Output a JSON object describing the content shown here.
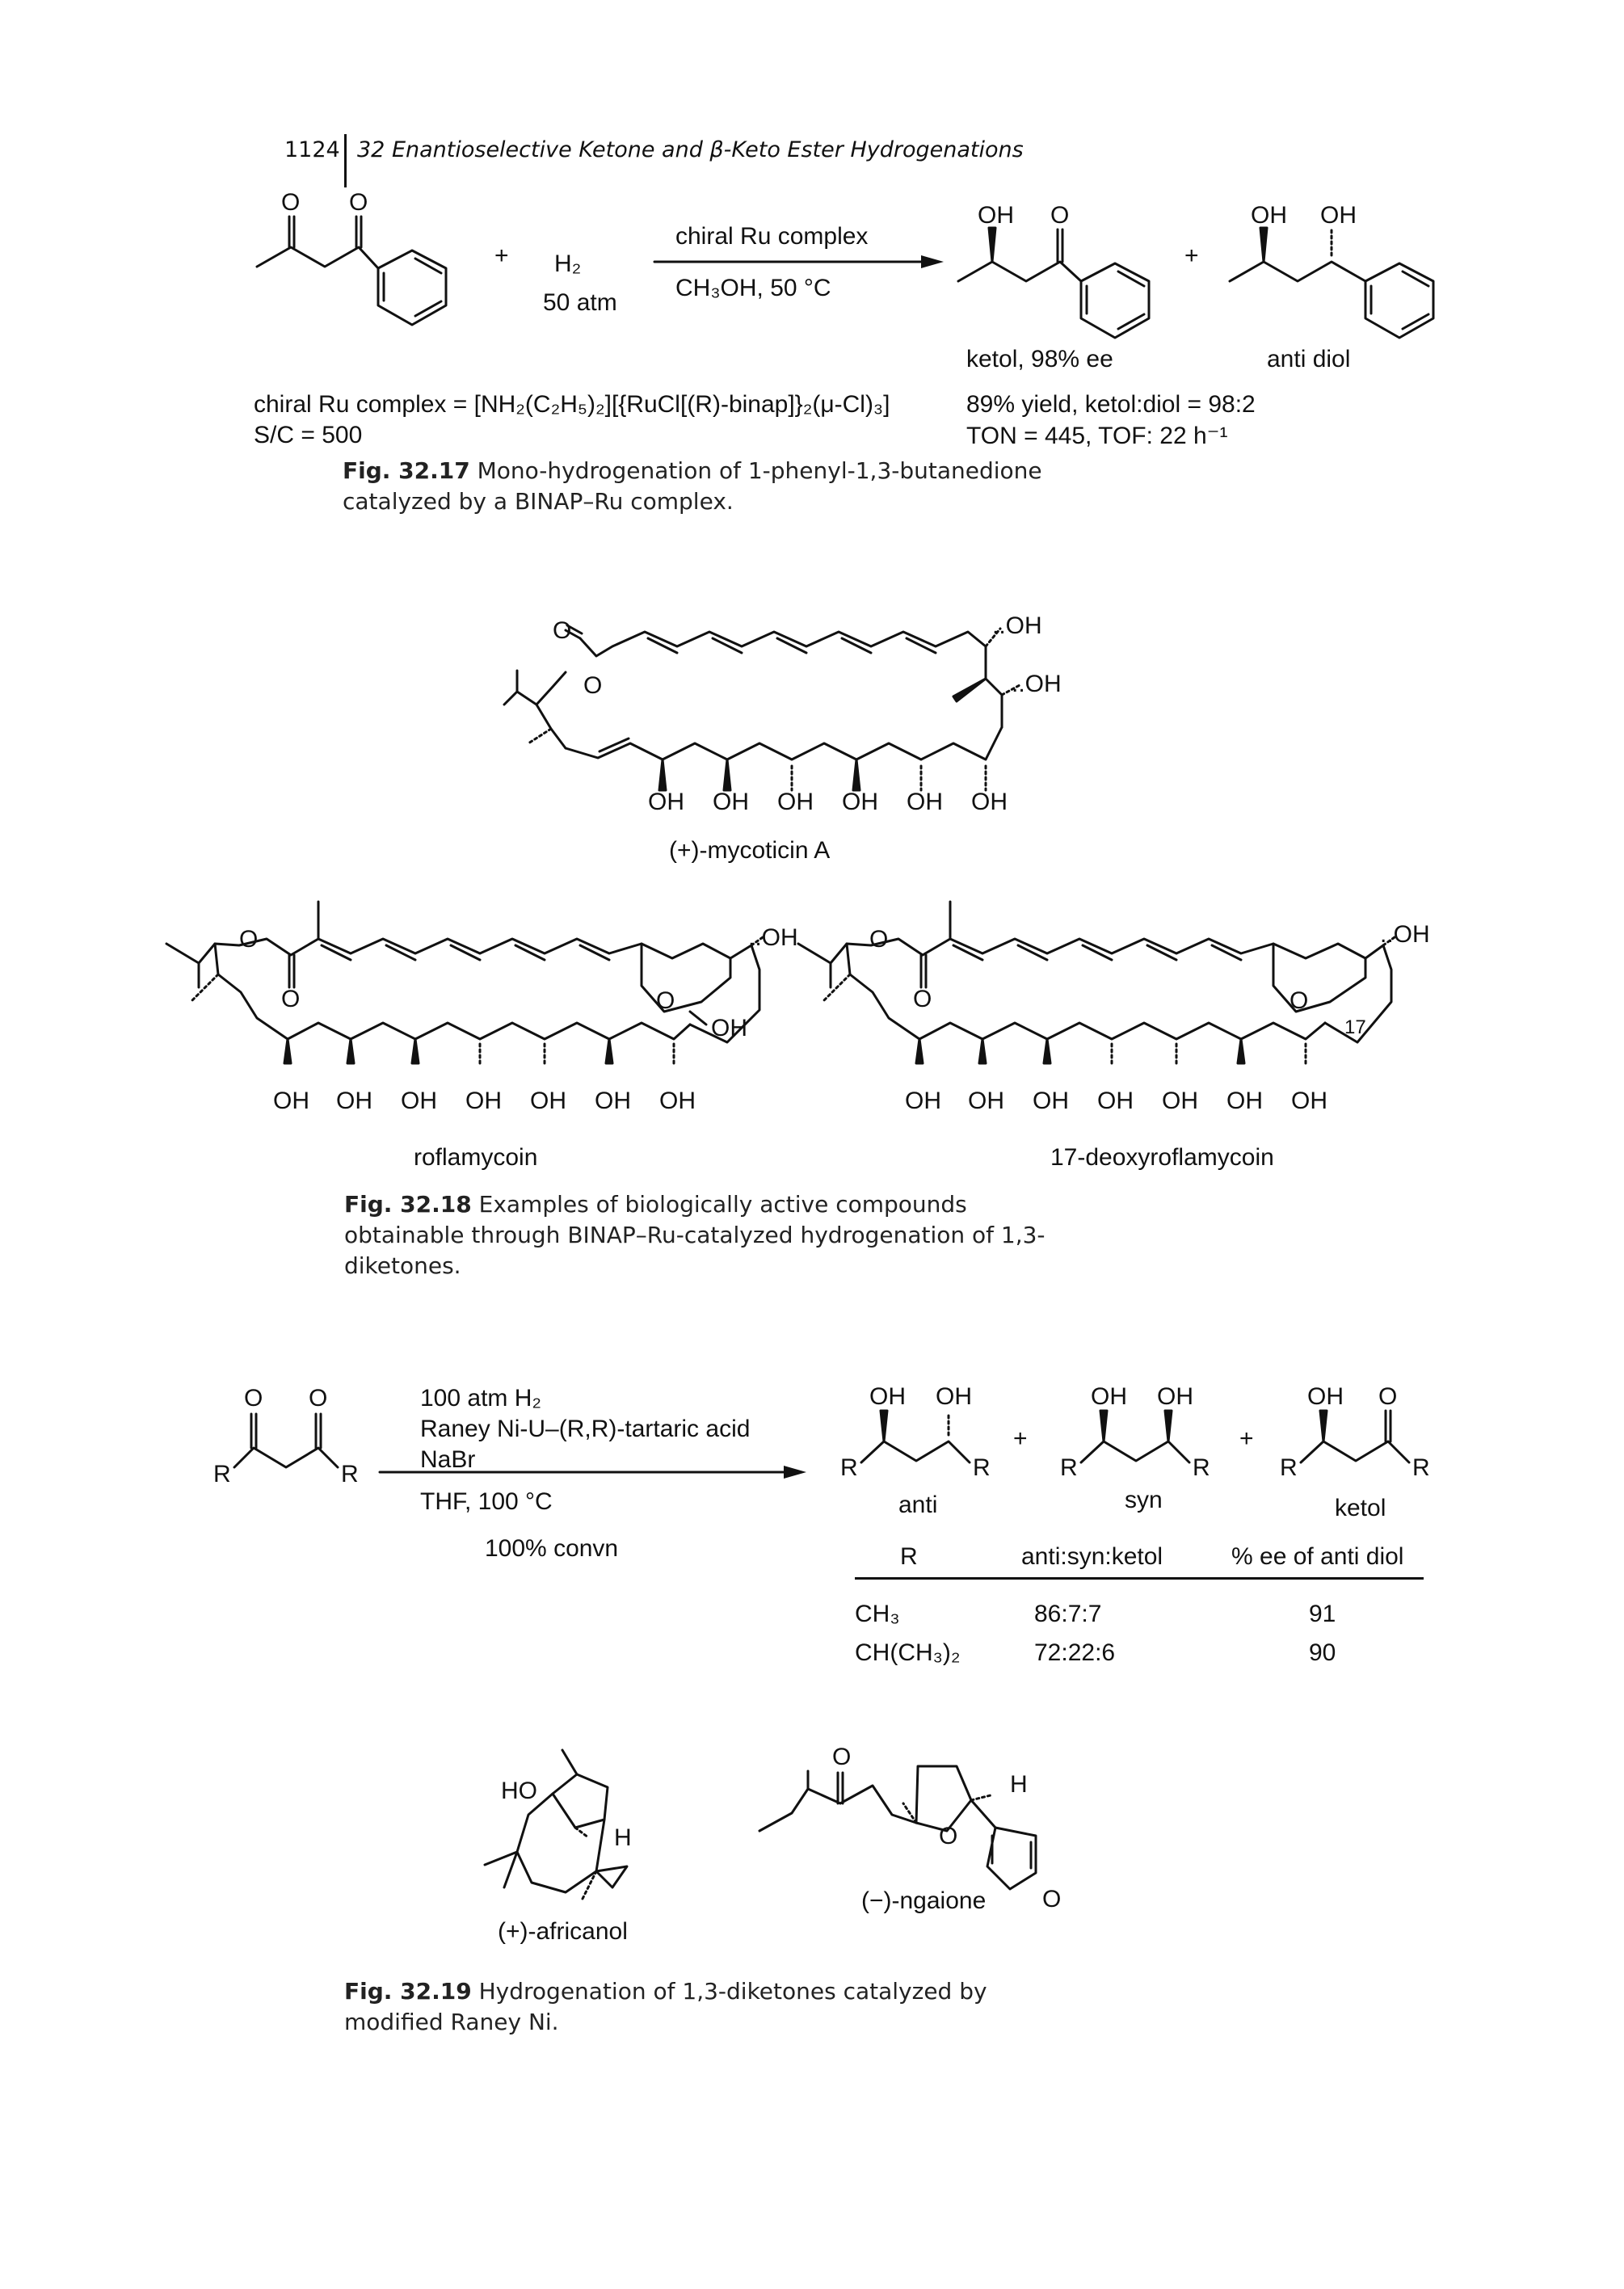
{
  "header": {
    "page_number": "1124",
    "running_title": "32 Enantioselective Ketone and β-Keto Ester Hydrogenations"
  },
  "fig17": {
    "reagent_h2": "H₂",
    "reagent_pressure": "50 atm",
    "plus": "+",
    "arrow_above": "chiral Ru complex",
    "arrow_below": "CH₃OH, 50 °C",
    "product1_label": "ketol, 98% ee",
    "product2_label": "anti diol",
    "atom_O": "O",
    "atom_OH": "OH",
    "catalyst_def": "chiral Ru complex = [NH₂(C₂H₅)₂][{RuCl[(R)-binap]}₂(μ-Cl)₃]",
    "sc": "S/C = 500",
    "yield": "89% yield, ketol:diol = 98:2",
    "ton": "TON = 445, TOF: 22 h⁻¹",
    "caption_label": "Fig. 32.17",
    "caption_text": "Mono-hydrogenation of 1-phenyl-1,3-butanedione catalyzed by a BINAP–Ru complex."
  },
  "fig18": {
    "compound1": "(+)-mycoticin A",
    "compound2": "roflamycoin",
    "compound3": "17-deoxyroflamycoin",
    "atom_O": "O",
    "atom_OH": "OH",
    "atom_OH_wedge": "..OH",
    "label_17": "17",
    "caption_label": "Fig. 32.18",
    "caption_text": "Examples of biologically active compounds obtainable through BINAP–Ru-catalyzed hydrogenation of 1,3-diketones."
  },
  "fig19": {
    "cond1": "100 atm H₂",
    "cond2": "Raney Ni-U–(R,R)-tartaric acid",
    "cond3": "NaBr",
    "cond4": "THF, 100 °C",
    "cond5": "100% convn",
    "atom_R": "R",
    "atom_O": "O",
    "atom_OH": "OH",
    "plus": "+",
    "prod_anti": "anti",
    "prod_syn": "syn",
    "prod_ketol": "ketol",
    "table": {
      "headers": [
        "R",
        "anti:syn:ketol",
        "% ee of anti diol"
      ],
      "rows": [
        [
          "CH₃",
          "86:7:7",
          "91"
        ],
        [
          "CH(CH₃)₂",
          "72:22:6",
          "90"
        ]
      ]
    },
    "compound_africanol": "(+)-africanol",
    "compound_ngaione": "(−)-ngaione",
    "atom_HO": "HO",
    "atom_H": "H",
    "caption_label": "Fig. 32.19",
    "caption_text": "Hydrogenation of 1,3-diketones catalyzed by modified Raney Ni."
  }
}
